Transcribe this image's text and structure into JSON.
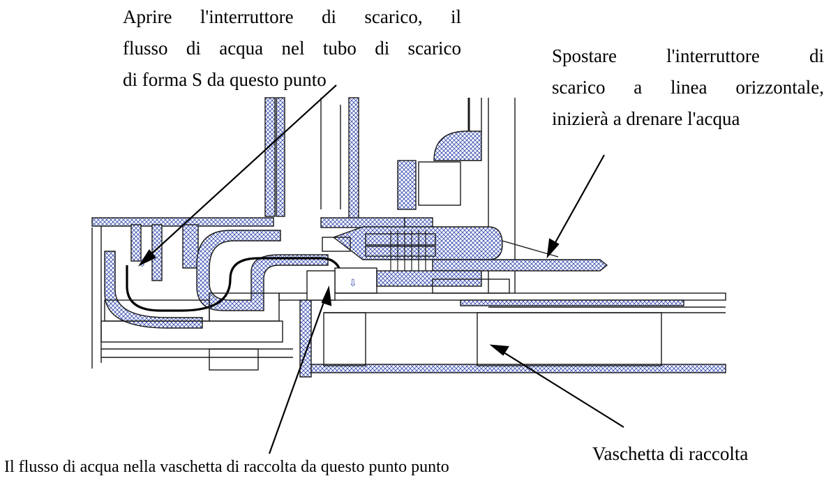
{
  "labels": {
    "top_left": {
      "lines": [
        "Aprire l'interruttore di scarico, il",
        "flusso di acqua nel tubo di scarico",
        "di forma S da questo punto"
      ]
    },
    "top_right": {
      "lines": [
        "Spostare   l'interruttore   di",
        "scarico a linea orizzontale,",
        "inizierà a drenare l'acqua"
      ]
    },
    "bottom_right": "Vaschetta di raccolta",
    "bottom_left": "Il flusso di acqua nella vaschetta di raccolta da questo punto punto"
  },
  "colors": {
    "outline": "#1a1a1a",
    "hatch": "#3a4fb0",
    "background": "#ffffff"
  },
  "icons": [
    "flow-arrow-icon",
    "flow-arrow-icon"
  ]
}
